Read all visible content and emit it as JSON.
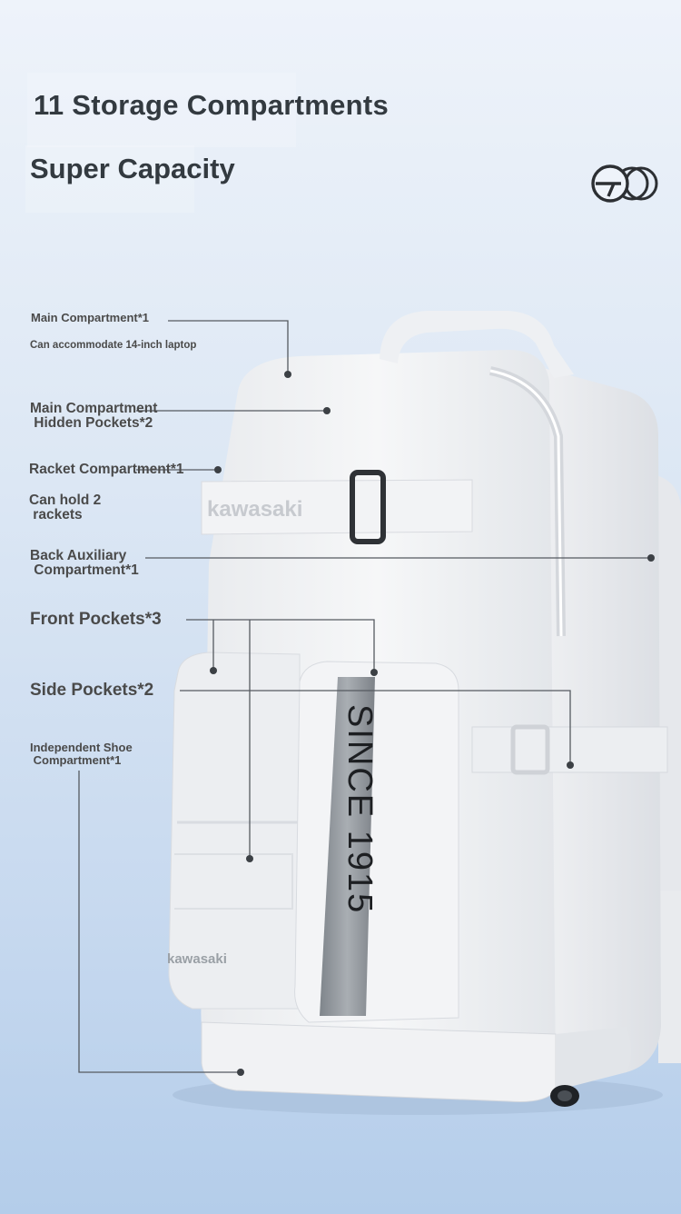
{
  "header": {
    "title": "11 Storage Compartments",
    "subtitle": "Super Capacity"
  },
  "brand_icon": "kawasaki-circles-logo-icon",
  "product": {
    "tape_text": "SINCE 1915",
    "strap_brand": "kawasaki",
    "pocket_brand": "kawasaki"
  },
  "callouts": [
    {
      "id": "main",
      "lines": [
        "Main Compartment*1"
      ]
    },
    {
      "id": "main-note",
      "lines": [
        "Can accommodate 14-inch laptop"
      ]
    },
    {
      "id": "hidden",
      "lines": [
        "Main Compartment",
        " Hidden Pockets*2"
      ]
    },
    {
      "id": "racket",
      "lines": [
        "Racket Compartment*1"
      ]
    },
    {
      "id": "racket-note",
      "lines": [
        "Can hold 2",
        " rackets"
      ]
    },
    {
      "id": "back",
      "lines": [
        "Back Auxiliary",
        " Compartment*1"
      ]
    },
    {
      "id": "front",
      "lines": [
        "Front Pockets*3"
      ]
    },
    {
      "id": "side",
      "lines": [
        "Side Pockets*2"
      ]
    },
    {
      "id": "shoe",
      "lines": [
        "Independent Shoe",
        " Compartment*1"
      ]
    }
  ]
}
